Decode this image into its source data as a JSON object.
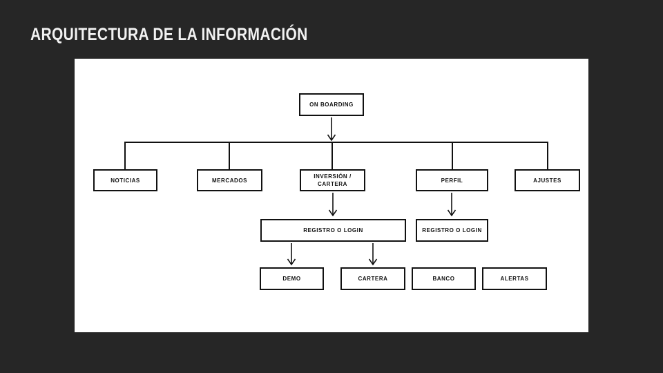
{
  "slide": {
    "title": "ARQUITECTURA DE LA INFORMACIÓN",
    "background_color": "#262626",
    "canvas_color": "#ffffff",
    "ink_color": "#111111",
    "title_color": "#f2f2f2"
  },
  "diagram": {
    "type": "information-architecture-tree",
    "nodes": {
      "onboarding": {
        "label": "ON BOARDING"
      },
      "noticias": {
        "label": "NOTICIAS"
      },
      "mercados": {
        "label": "MERCADOS"
      },
      "inversion": {
        "label": "INVERSIÓN /\nCARTERA"
      },
      "perfil": {
        "label": "PERFIL"
      },
      "ajustes": {
        "label": "AJUSTES"
      },
      "registro_inversion": {
        "label": "REGISTRO O LOGIN"
      },
      "registro_perfil": {
        "label": "REGISTRO O LOGIN"
      },
      "demo": {
        "label": "DEMO"
      },
      "cartera": {
        "label": "CARTERA"
      },
      "banco": {
        "label": "BANCO"
      },
      "alertas": {
        "label": "ALERTAS"
      }
    },
    "levels": [
      [
        "ON BOARDING"
      ],
      [
        "NOTICIAS",
        "MERCADOS",
        "INVERSIÓN / CARTERA",
        "PERFIL",
        "AJUSTES"
      ],
      [
        "REGISTRO O LOGIN",
        "REGISTRO O LOGIN"
      ],
      [
        "DEMO",
        "CARTERA",
        "BANCO",
        "ALERTAS"
      ]
    ],
    "edges": [
      {
        "from": "ON BOARDING",
        "to": "NOTICIAS"
      },
      {
        "from": "ON BOARDING",
        "to": "MERCADOS"
      },
      {
        "from": "ON BOARDING",
        "to": "INVERSIÓN / CARTERA"
      },
      {
        "from": "ON BOARDING",
        "to": "PERFIL"
      },
      {
        "from": "ON BOARDING",
        "to": "AJUSTES"
      },
      {
        "from": "INVERSIÓN / CARTERA",
        "to": "REGISTRO O LOGIN"
      },
      {
        "from": "PERFIL",
        "to": "REGISTRO O LOGIN"
      },
      {
        "from": "REGISTRO O LOGIN",
        "to": "DEMO"
      },
      {
        "from": "REGISTRO O LOGIN",
        "to": "CARTERA"
      }
    ]
  }
}
